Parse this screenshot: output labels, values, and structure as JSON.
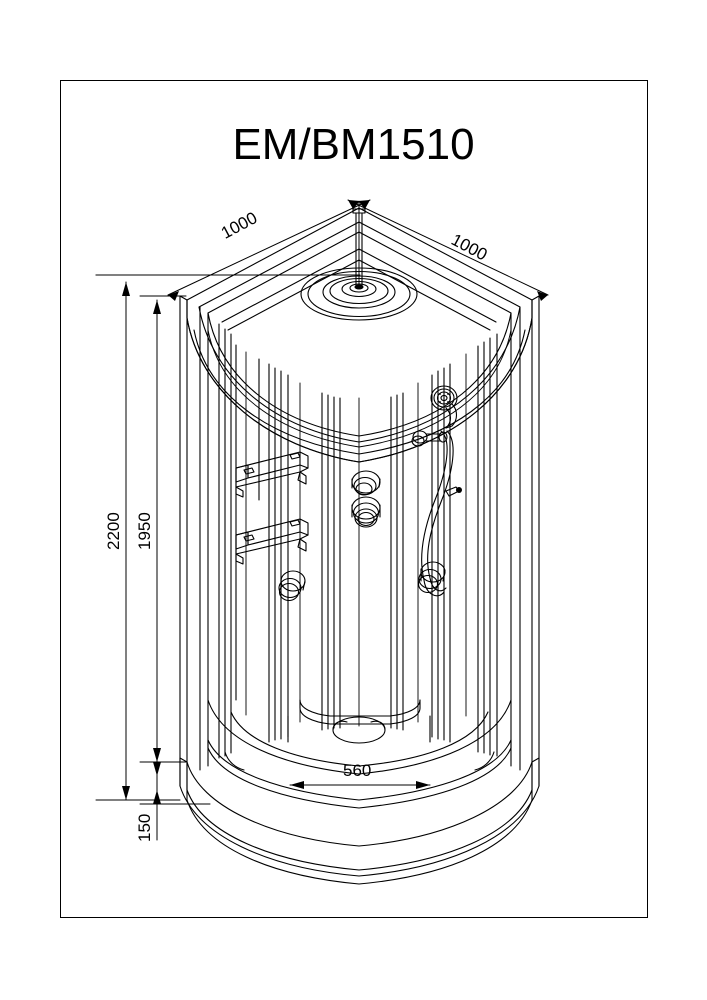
{
  "document": {
    "type": "technical-drawing",
    "title": "EM/BM1510",
    "subject": "quadrant shower cabin",
    "background_color": "#ffffff",
    "line_color": "#000000"
  },
  "dimensions": {
    "width_left": "1000",
    "width_right": "1000",
    "overall_height": "2200",
    "inner_height": "1950",
    "tray_height": "150",
    "door_opening": "560"
  },
  "parts": {
    "roof": "roof-panel",
    "rain_shower": "ceiling-rain-shower-head",
    "riser_rod": "riser-rod",
    "shelf_upper": "upper-shelf-bracket",
    "shelf_lower": "lower-shelf-bracket",
    "mixer": "mixer-valve",
    "diverter": "diverter-knob",
    "body_jet_left": "body-jet-left",
    "body_jet_right": "body-jet-right",
    "hand_shower": "hand-shower-head",
    "hose": "shower-hose",
    "slide_bar": "hand-shower-holder",
    "tray": "shower-tray",
    "drain": "tray-drain",
    "door_left": "sliding-door-left",
    "door_right": "sliding-door-right",
    "panel_left": "fixed-side-panel-left",
    "panel_right": "fixed-side-panel-right"
  }
}
